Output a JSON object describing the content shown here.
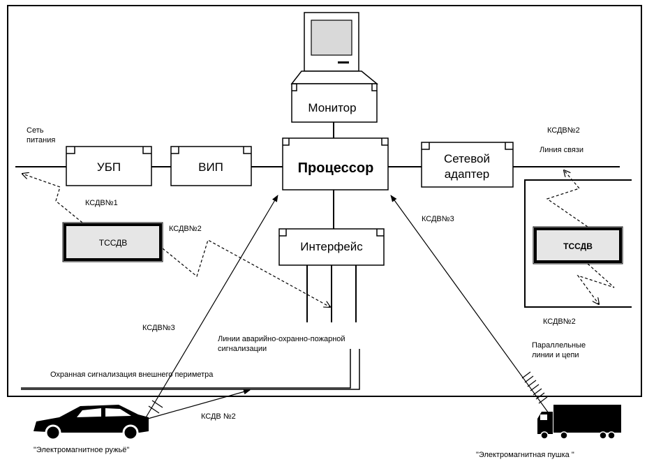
{
  "blocks": {
    "monitor": "Монитор",
    "processor": "Процессор",
    "ubp": "УБП",
    "vip": "ВИП",
    "network_adapter_line1": "Сетевой",
    "network_adapter_line2": "адаптер",
    "interface": "Интерфейс",
    "tssdv_left": "ТССДВ",
    "tssdv_right": "ТССДВ"
  },
  "labels": {
    "power_line1": "Сеть",
    "power_line2": "питания",
    "comm_line": "Линия связи",
    "alarm_lines_line1": "Линии аварийно-охранно-пожарной",
    "alarm_lines_line2": "сигнализации",
    "parallel_line1": "Параллельные",
    "parallel_line2": "линии и цепи",
    "perimeter": "Охранная сигнализация внешнего периметра",
    "car_caption": "\"Электромагнитное ружьё\"",
    "truck_caption": "\"Электромагнитная пушка \""
  },
  "channels": {
    "kcdv1": "КСДВ№1",
    "kcdv2_left": "КСДВ№2",
    "kcdv2_top_right": "КСДВ№2",
    "kcdv2_bottom_right": "КСДВ№2",
    "kcdv3_right": "КСДВ№3",
    "kcdv3_left": "КСДВ№3",
    "kcdv2_car": "КСДВ №2"
  }
}
